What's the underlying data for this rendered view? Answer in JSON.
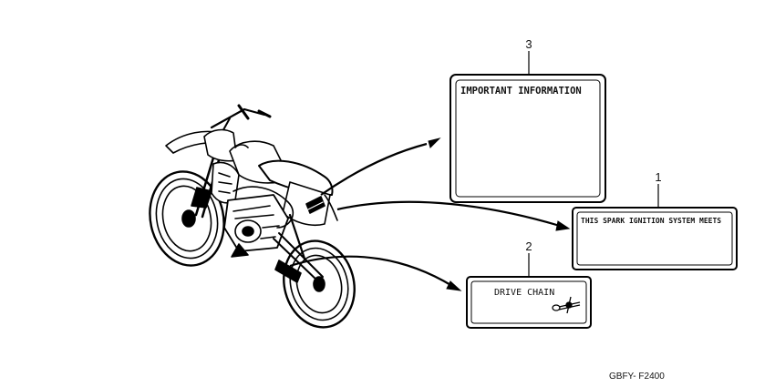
{
  "labels": [
    {
      "number": "3",
      "text": "IMPORTANT INFORMATION"
    },
    {
      "number": "1",
      "text": "THIS SPARK IGNITION SYSTEM MEETS"
    },
    {
      "number": "2",
      "text": "DRIVE CHAIN"
    }
  ],
  "diagram_code": "GBFY- F2400",
  "icons": {
    "motorcycle": "dirt-bike-illustration",
    "chain": "chain-adjuster-icon"
  }
}
